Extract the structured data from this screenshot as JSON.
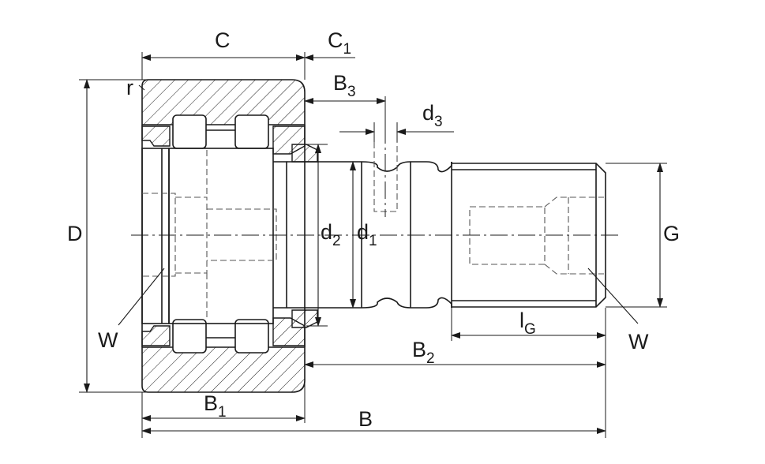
{
  "labels": {
    "C": "C",
    "C1": {
      "base": "C",
      "sub": "1"
    },
    "r": "r",
    "B3": {
      "base": "B",
      "sub": "3"
    },
    "d3": {
      "base": "d",
      "sub": "3"
    },
    "D": "D",
    "d2": {
      "base": "d",
      "sub": "2"
    },
    "d1": {
      "base": "d",
      "sub": "1"
    },
    "G": "G",
    "W_left": "W",
    "W_right": "W",
    "lG": {
      "base": "l",
      "sub": "G"
    },
    "B2": {
      "base": "B",
      "sub": "2"
    },
    "B1": {
      "base": "B",
      "sub": "1"
    },
    "B": "B"
  },
  "colors": {
    "line": "#1a1a1a",
    "hidden": "#555555",
    "background": "#ffffff"
  }
}
